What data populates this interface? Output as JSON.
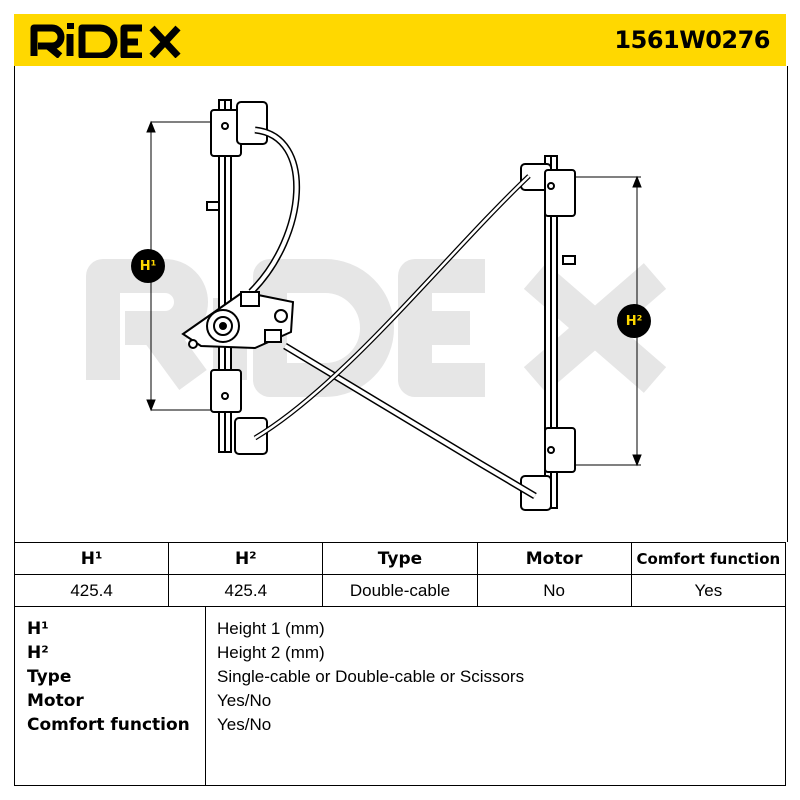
{
  "brand": {
    "logo_text": "RIDEX",
    "watermark_text": "RIDEX",
    "accent_color": "#ffd800"
  },
  "part_number": "1561W0276",
  "drawing": {
    "badge_left": "H¹",
    "badge_right": "H²",
    "icon": "window-regulator-diagram"
  },
  "spec_table": {
    "headers": [
      "H¹",
      "H²",
      "Type",
      "Motor",
      "Comfort function"
    ],
    "values": [
      "425.4",
      "425.4",
      "Double-cable",
      "No",
      "Yes"
    ]
  },
  "legend": [
    {
      "key": "H¹",
      "desc": "Height 1 (mm)"
    },
    {
      "key": "H²",
      "desc": "Height 2 (mm)"
    },
    {
      "key": "Type",
      "desc": "Single-cable or Double-cable or Scissors"
    },
    {
      "key": "Motor",
      "desc": "Yes/No"
    },
    {
      "key": "Comfort function",
      "desc": "Yes/No"
    }
  ]
}
